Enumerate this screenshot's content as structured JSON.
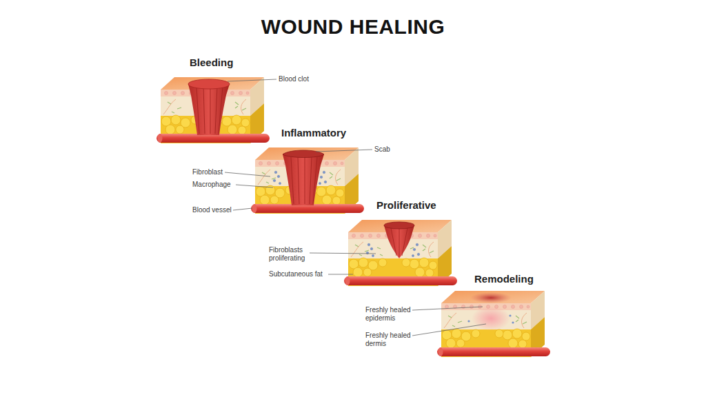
{
  "diagram": {
    "title": "WOUND HEALING",
    "labels": [
      "Bleeding",
      "Blood clot",
      "Inflammatory",
      "Scab",
      "Fibroblast",
      "Macrophage",
      "Blood vessel",
      "Proliferative",
      "Fibroblasts proliferating",
      "Subcutaneous fat",
      "Remodeling",
      "Freshly healed epidermis",
      "Freshly healed dermis"
    ]
  }
}
